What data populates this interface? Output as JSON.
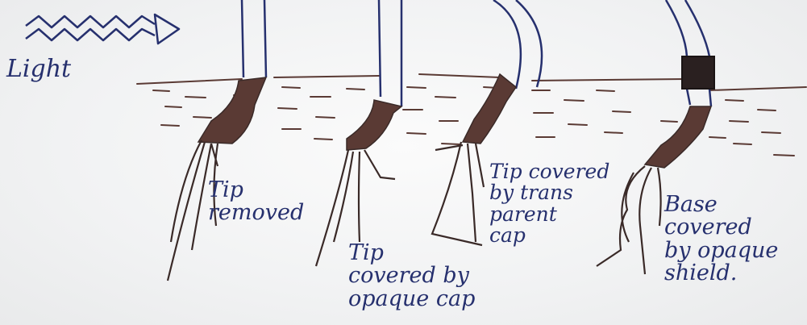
{
  "diagram": {
    "light_label": "Light",
    "specimens": [
      {
        "label": "Tip\nremoved"
      },
      {
        "label": "Tip\ncovered by\nopaque cap"
      },
      {
        "label": "Tip covered\nby trans\nparent\ncap"
      },
      {
        "label": "Base covered\nby opaque\nshield."
      }
    ],
    "colors": {
      "ink": "#26306e",
      "soil": "#5a3a34",
      "background": "#f3f4f5"
    }
  }
}
